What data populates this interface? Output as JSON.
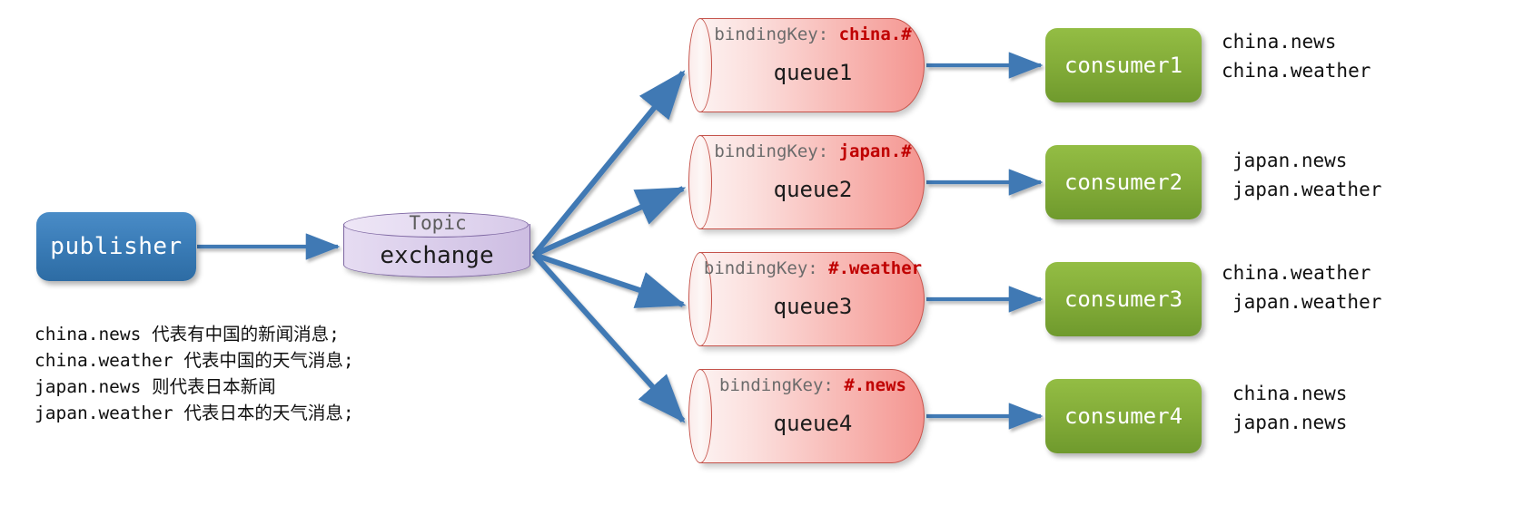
{
  "diagram": {
    "title": "RabbitMQ Topic Exchange routing diagram",
    "colors": {
      "publisher": "#3b7db8",
      "exchange": "#cdbde2",
      "exchange_border": "#7e67a2",
      "queue": "#f49590",
      "queue_border": "#c5534b",
      "consumer": "#84ad39",
      "arrow": "#4179b4",
      "binding_key": "#c00000"
    }
  },
  "publisher": {
    "label": "publisher"
  },
  "exchange": {
    "type_label": "Topic",
    "label": "exchange"
  },
  "queues": [
    {
      "binding_prefix": "bindingKey:",
      "binding_key": "china.#",
      "name": "queue1"
    },
    {
      "binding_prefix": "bindingKey:",
      "binding_key": "japan.#",
      "name": "queue2"
    },
    {
      "binding_prefix": "bindingKey:",
      "binding_key": "#.weather",
      "name": "queue3"
    },
    {
      "binding_prefix": "bindingKey:",
      "binding_key": "#.news",
      "name": "queue4"
    }
  ],
  "consumers": [
    {
      "label": "consumer1",
      "routing_keys": [
        "china.news",
        "china.weather"
      ]
    },
    {
      "label": "consumer2",
      "routing_keys": [
        "japan.news",
        "japan.weather"
      ]
    },
    {
      "label": "consumer3",
      "routing_keys": [
        "china.weather",
        "japan.weather"
      ]
    },
    {
      "label": "consumer4",
      "routing_keys": [
        "china.news",
        "japan.news"
      ]
    }
  ],
  "legend": {
    "lines": [
      "china.news 代表有中国的新闻消息;",
      "china.weather 代表中国的天气消息;",
      "japan.news 则代表日本新闻",
      "japan.weather 代表日本的天气消息;"
    ]
  }
}
